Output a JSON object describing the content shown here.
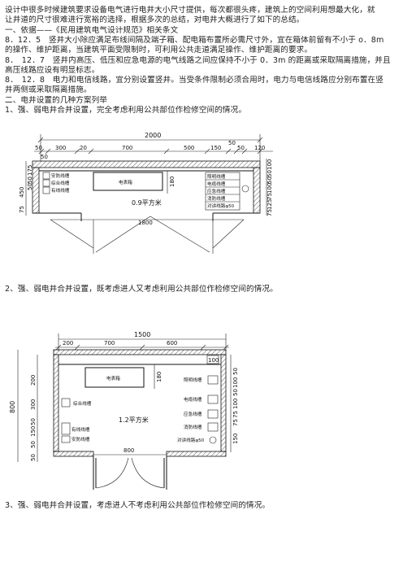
{
  "text": {
    "lines": [
      "设计中很多时候建筑要求设备电气进行电井大小尺寸提供，每次都很头疼，建筑上的空间利用想最大化，就",
      "让井道的尺寸很难进行宽裕的选择，根据多次的总结，对电井大概进行了如下的总结。",
      "一、依据——《民用建筑电气设计规范》相关条文",
      "8．12．5　竖井大小除应满足布线间隔及端子箱、配电箱布置所必需尺寸外，宜在箱体前留有不小于 o．8m",
      "的操作、维护距离，当建筑平面受限制时，可利用公共走道满足操作、维护距离的要求。",
      "8．　12．7　竖井内高压、低压和应急电源的电气线路之间应保持不小于 0．3m 的距离或采取隔离措施，并且",
      "高压线路应设有明显标志。",
      "8．　12．8　电力和电信线路，宜分别设置竖井。当受条件限制必须合用时，电力与电信线路应分别布置在竖",
      "井两侧或采取隔离措施。",
      "二、电井设置的几种方案列举",
      "1、强、弱电井合并设置，完全考虑利用公共部位作检修空间的情况。"
    ],
    "case2": "2、强、弱电井合并设置，既考虑进人又考虑利用公共部位作检修空间的情况。",
    "case3": "3、强、弱电井合并设置，考虑进人不考虑利用公共部位作检修空间的情况。"
  },
  "diagram1": {
    "dims": [
      "2000",
      "50",
      "300",
      "20",
      "700",
      "500",
      "150",
      "50",
      "50",
      "120",
      "50",
      "450",
      "175",
      "50",
      "50",
      "75",
      "100",
      "50",
      "50",
      "100",
      "75",
      "125",
      "75",
      "180",
      "1800"
    ],
    "left_labels": [
      "安防线槽",
      "综合线槽",
      "有线线槽"
    ],
    "right_labels": [
      "照明线槽",
      "电缆线槽",
      "应急线槽",
      "消防线槽",
      "对讲线路φ50"
    ],
    "meter_box": "电表箱",
    "area": "0.9平方米"
  },
  "diagram2": {
    "dims": [
      "1500",
      "200",
      "700",
      "600",
      "100",
      "800",
      "200",
      "300",
      "50",
      "150",
      "50",
      "50",
      "50",
      "100",
      "50",
      "100",
      "75",
      "75",
      "150",
      "180",
      "800"
    ],
    "left_labels": [
      "综合线槽",
      "有线线槽",
      "安防线槽"
    ],
    "right_labels": [
      "照明线槽",
      "电缆线槽",
      "应急线槽",
      "消防线槽",
      "对讲线路φ50"
    ],
    "meter_box": "电表箱",
    "area": "1.2平方米"
  }
}
